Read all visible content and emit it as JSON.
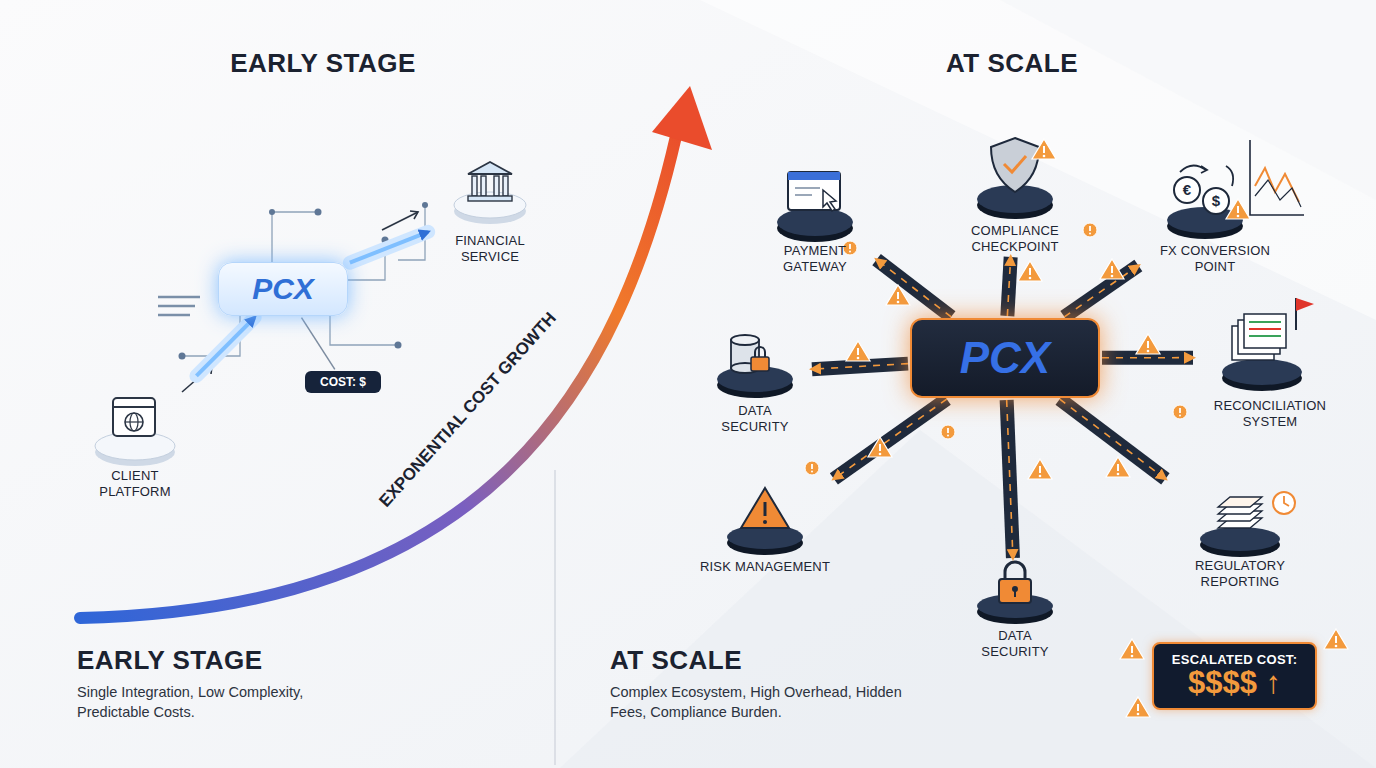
{
  "diagram": {
    "nodes": [
      {
        "text": [
          "CLIENT PLATFORM"
        ]
      },
      {
        "text": [
          "PCX"
        ]
      },
      {
        "text": [
          "FINANCIAL SERVICE"
        ]
      },
      {
        "text": [
          "COST: $"
        ]
      },
      {
        "text": [
          "PCX"
        ]
      },
      {
        "text": [
          "PAYMENT GATEWAY"
        ]
      },
      {
        "text": [
          "COMPLIANCE CHECKPOINT"
        ]
      },
      {
        "text": [
          "FX CONVERSION POINT"
        ]
      },
      {
        "text": [
          "DATA SECURITY"
        ]
      },
      {
        "text": [
          "RECONCILIATION SYSTEM"
        ]
      },
      {
        "text": [
          "RISK MANAGEMENT"
        ]
      },
      {
        "text": [
          "DATA SECURITY"
        ]
      },
      {
        "text": [
          "REGULATORY REPORTING"
        ]
      },
      {
        "text": [
          "ESCALATED COST:",
          "$$$$ ↑"
        ]
      }
    ],
    "edges": [
      {
        "from": 0,
        "to": 1,
        "arrow": "to"
      },
      {
        "from": 1,
        "to": 2,
        "arrow": "to"
      },
      {
        "from": 1,
        "to": 3,
        "arrow": "none"
      },
      {
        "from": 4,
        "to": 5,
        "arrow": "to"
      },
      {
        "from": 4,
        "to": 6,
        "arrow": "to"
      },
      {
        "from": 4,
        "to": 7,
        "arrow": "to"
      },
      {
        "from": 4,
        "to": 8,
        "arrow": "to"
      },
      {
        "from": 4,
        "to": 9,
        "arrow": "to"
      },
      {
        "from": 4,
        "to": 10,
        "arrow": "to"
      },
      {
        "from": 4,
        "to": 11,
        "arrow": "to"
      },
      {
        "from": 4,
        "to": 12,
        "arrow": "to"
      }
    ],
    "labels": [
      "EARLY STAGE",
      "AT SCALE",
      "EXPONENTIAL COST GROWTH",
      "€",
      "$",
      "EARLY STAGE",
      "Single Integration, Low Complexity, Predictable Costs.",
      "AT SCALE",
      "Complex Ecosystem, High Overhead, Hidden Fees, Compliance Burden."
    ]
  }
}
